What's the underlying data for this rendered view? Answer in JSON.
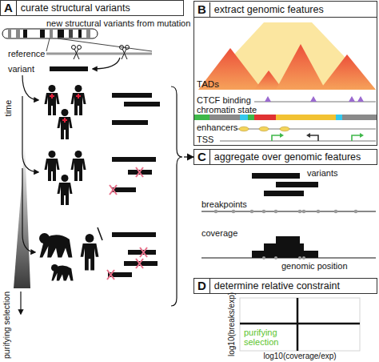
{
  "diagram": {
    "nodes": [
      {
        "text": [
          "A",
          "curate structural variants"
        ]
      },
      {
        "text": [
          "B",
          "extract genomic features"
        ]
      },
      {
        "text": [
          "C",
          "aggregate over genomic features"
        ]
      },
      {
        "text": [
          "D",
          "determine relative constraint"
        ]
      }
    ],
    "edges": [
      {
        "from": 0,
        "to": 2,
        "arrow": "to"
      }
    ],
    "labels": [
      "new structural variants from mutation",
      "reference",
      "variant",
      "time",
      "purifying selection",
      "TADs",
      "CTCF binding",
      "chromatin state",
      "enhancers",
      "TSS",
      "variants",
      "breakpoints",
      "coverage",
      "genomic position",
      "log10(breaks/exp)",
      "log10(coverage/exp)",
      "purifying selection"
    ]
  }
}
